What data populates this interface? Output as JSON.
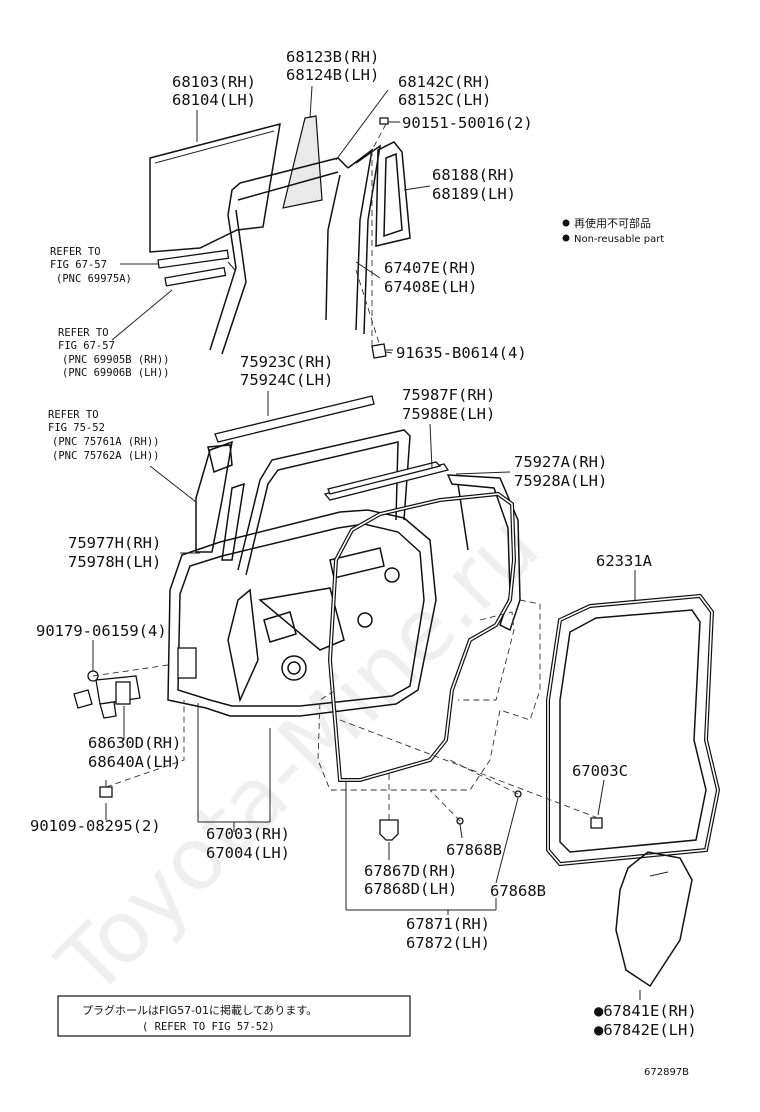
{
  "watermark": "Toyota-Mine.ru",
  "legend": {
    "items": [
      {
        "icon": "filled-circle-icon",
        "text": "再使用不可部品"
      },
      {
        "icon": "filled-circle-icon",
        "text": "Non-reusable part"
      }
    ]
  },
  "labels": {
    "l68123b": "68123B(RH)",
    "l68124b": "68124B(LH)",
    "l68103": "68103(RH)",
    "l68104": "68104(LH)",
    "l68142c": "68142C(RH)",
    "l68152c": "68152C(LH)",
    "l90151": "90151-50016(2)",
    "l68188": "68188(RH)",
    "l68189": "68189(LH)",
    "l67407e": "67407E(RH)",
    "l67408e": "67408E(LH)",
    "l91635": "91635-B0614(4)",
    "l75923c": "75923C(RH)",
    "l75924c": "75924C(LH)",
    "l75987f": "75987F(RH)",
    "l75988e": "75988E(LH)",
    "l75927a": "75927A(RH)",
    "l75928a": "75928A(LH)",
    "l75977h": "75977H(RH)",
    "l75978h": "75978H(LH)",
    "l62331a": "62331A",
    "l90179": "90179-06159(4)",
    "l68630d": "68630D(RH)",
    "l68640a": "68640A(LH)",
    "l67003c": "67003C",
    "l90109": "90109-08295(2)",
    "l67003": "67003(RH)",
    "l67004": "67004(LH)",
    "l67868b_1": "67868B",
    "l67867d": "67867D(RH)",
    "l67868d": "67868D(LH)",
    "l67868b_2": "67868B",
    "l67871": "67871(RH)",
    "l67872": "67872(LH)",
    "l67841e": "●67841E(RH)",
    "l67842e": "●67842E(LH)"
  },
  "refers": {
    "r1": {
      "line1": "REFER TO",
      "line2": "FIG 67-57",
      "line3": "(PNC 69975A)"
    },
    "r2": {
      "line1": "REFER TO",
      "line2": "FIG 67-57",
      "line3": "(PNC 69905B (RH))",
      "line4": "(PNC 69906B (LH))"
    },
    "r3": {
      "line1": "REFER TO",
      "line2": "FIG 75-52",
      "line3": "(PNC 75761A (RH))",
      "line4": "(PNC 75762A (LH))"
    }
  },
  "note": {
    "line1": "プラグホールはFIG57-01に掲載してあります。",
    "line2": "( REFER TO FIG 57-52)"
  },
  "figure_code": "672897B"
}
